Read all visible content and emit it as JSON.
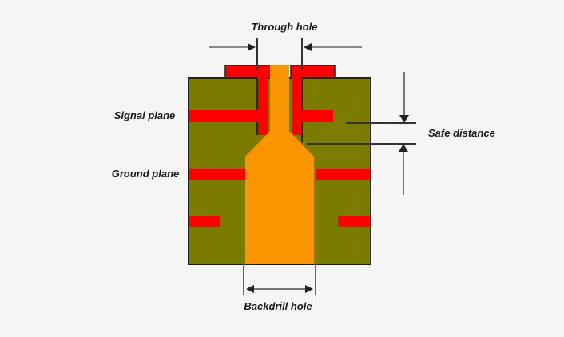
{
  "diagram": {
    "title": "PCB backdrill diagram",
    "labels": {
      "through_hole": "Through hole",
      "signal_plane": "Signal plane",
      "ground_plane": "Ground plane",
      "safe_distance": "Safe distance",
      "backdrill_hole": "Backdrill hole"
    },
    "colors": {
      "background": "#f5f5f5",
      "board": "#7b7b00",
      "copper": "#ff0000",
      "drill": "#f99500",
      "line": "#333333",
      "arrow": "#777777"
    }
  }
}
